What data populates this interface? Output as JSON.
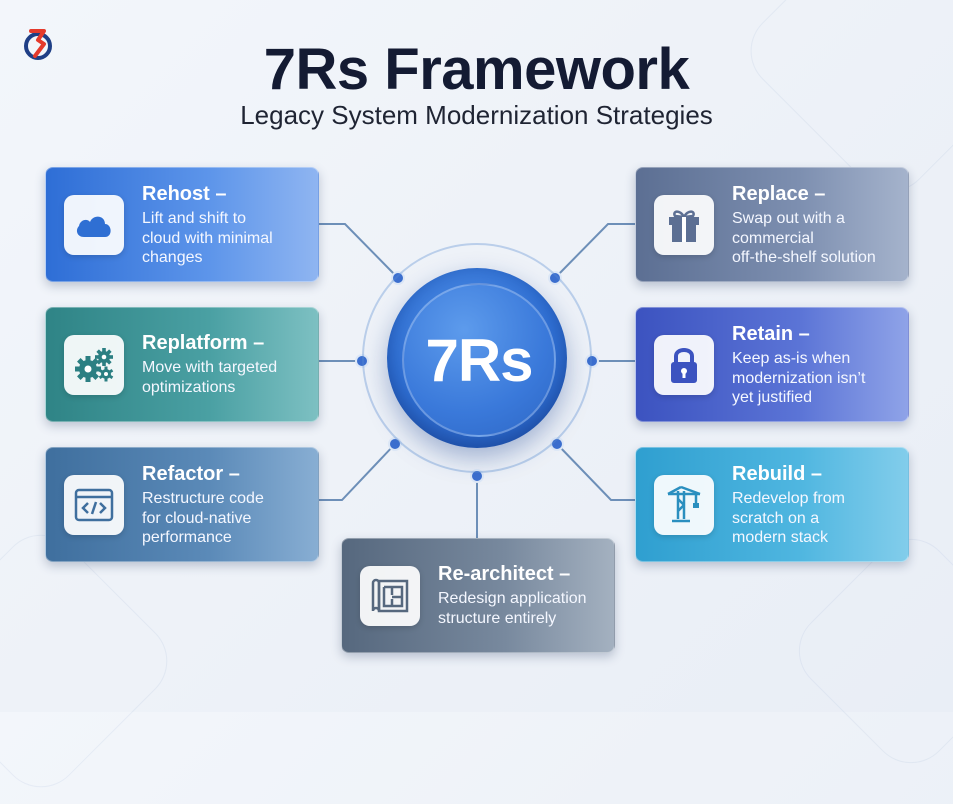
{
  "header": {
    "title": "7Rs Framework",
    "subtitle": "Legacy System Modernization Strategies"
  },
  "logo": {
    "icon": "brand-logo-icon"
  },
  "hub": {
    "label": "7Rs",
    "color": "#3a79da"
  },
  "strategies": {
    "rehost": {
      "title": "Rehost –",
      "desc": [
        "Lift and shift to",
        "cloud with minimal",
        "changes"
      ],
      "icon": "cloud-icon",
      "color": "#2e6ed6"
    },
    "replatform": {
      "title": "Replatform –",
      "desc": [
        "Move with targeted",
        "optimizations"
      ],
      "icon": "gears-icon",
      "color": "#2f8486"
    },
    "refactor": {
      "title": "Refactor –",
      "desc": [
        "Restructure code",
        "for cloud-native",
        "performance"
      ],
      "icon": "code-window-icon",
      "color": "#3f6f9e"
    },
    "replace": {
      "title": "Replace –",
      "desc": [
        "Swap out with a",
        "commercial",
        "off-the-shelf solution"
      ],
      "icon": "gift-box-icon",
      "color": "#5c6f93"
    },
    "retain": {
      "title": "Retain –",
      "desc": [
        "Keep as-is when",
        "modernization isn’t",
        "yet justified"
      ],
      "icon": "lock-icon",
      "color": "#3c53c0"
    },
    "rebuild": {
      "title": "Rebuild –",
      "desc": [
        "Redevelop from",
        "scratch on a",
        "modern stack"
      ],
      "icon": "crane-icon",
      "color": "#2f9fd0"
    },
    "rearchitect": {
      "title": "Re-architect –",
      "desc": [
        "Redesign application",
        "structure entirely"
      ],
      "icon": "blueprint-icon",
      "color": "#56687e"
    }
  }
}
